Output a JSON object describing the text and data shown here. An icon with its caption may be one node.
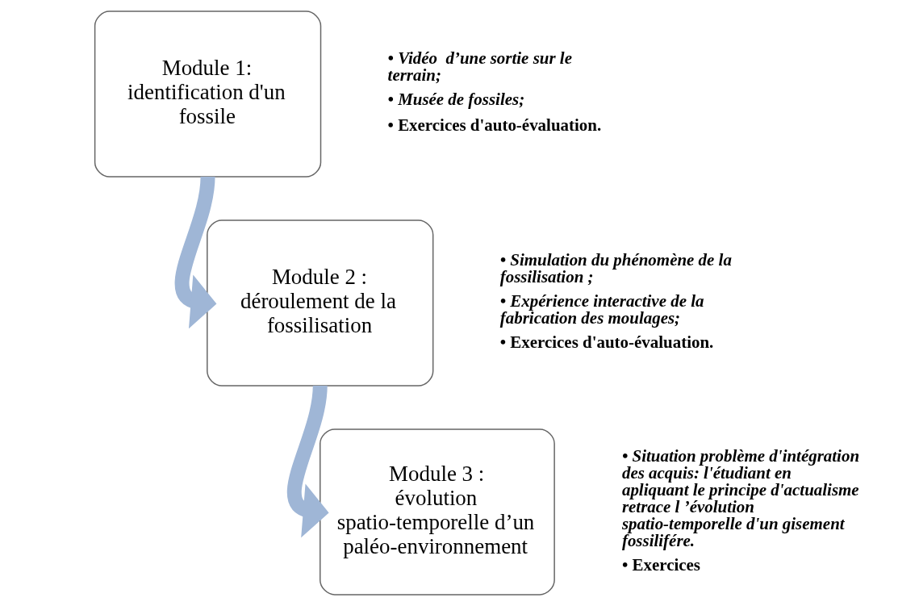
{
  "diagram": {
    "nodes": [
      {
        "text": [
          "Module 1:",
          "identification d'un fossile"
        ],
        "beside": [
          "• Vidéo  d’une sortie sur le terrain;",
          "• Musée de fossiles;",
          "• Exercices d'auto-évaluation."
        ]
      },
      {
        "text": [
          "Module 2 :",
          "déroulement de la fossilisation"
        ],
        "beside": [
          "• Simulation du phénomène de la fossilisation ;",
          "• Expérience interactive de la fabrication des moulages;",
          "• Exercices d'auto-évaluation."
        ]
      },
      {
        "text": [
          "Module 3 :",
          "évolution spatio-temporelle d’un paléo-environnement"
        ],
        "beside": [
          "• Situation problème d'intégration des acquis: l'étudiant en apliquant le principe d'actualisme retrace l ’évolution spatio-temporelle d'un gisement fossilifére.",
          "• Exercices"
        ]
      }
    ],
    "edges": [
      {
        "from": 0,
        "to": 1,
        "arrow": "to"
      },
      {
        "from": 1,
        "to": 2,
        "arrow": "to"
      }
    ]
  }
}
